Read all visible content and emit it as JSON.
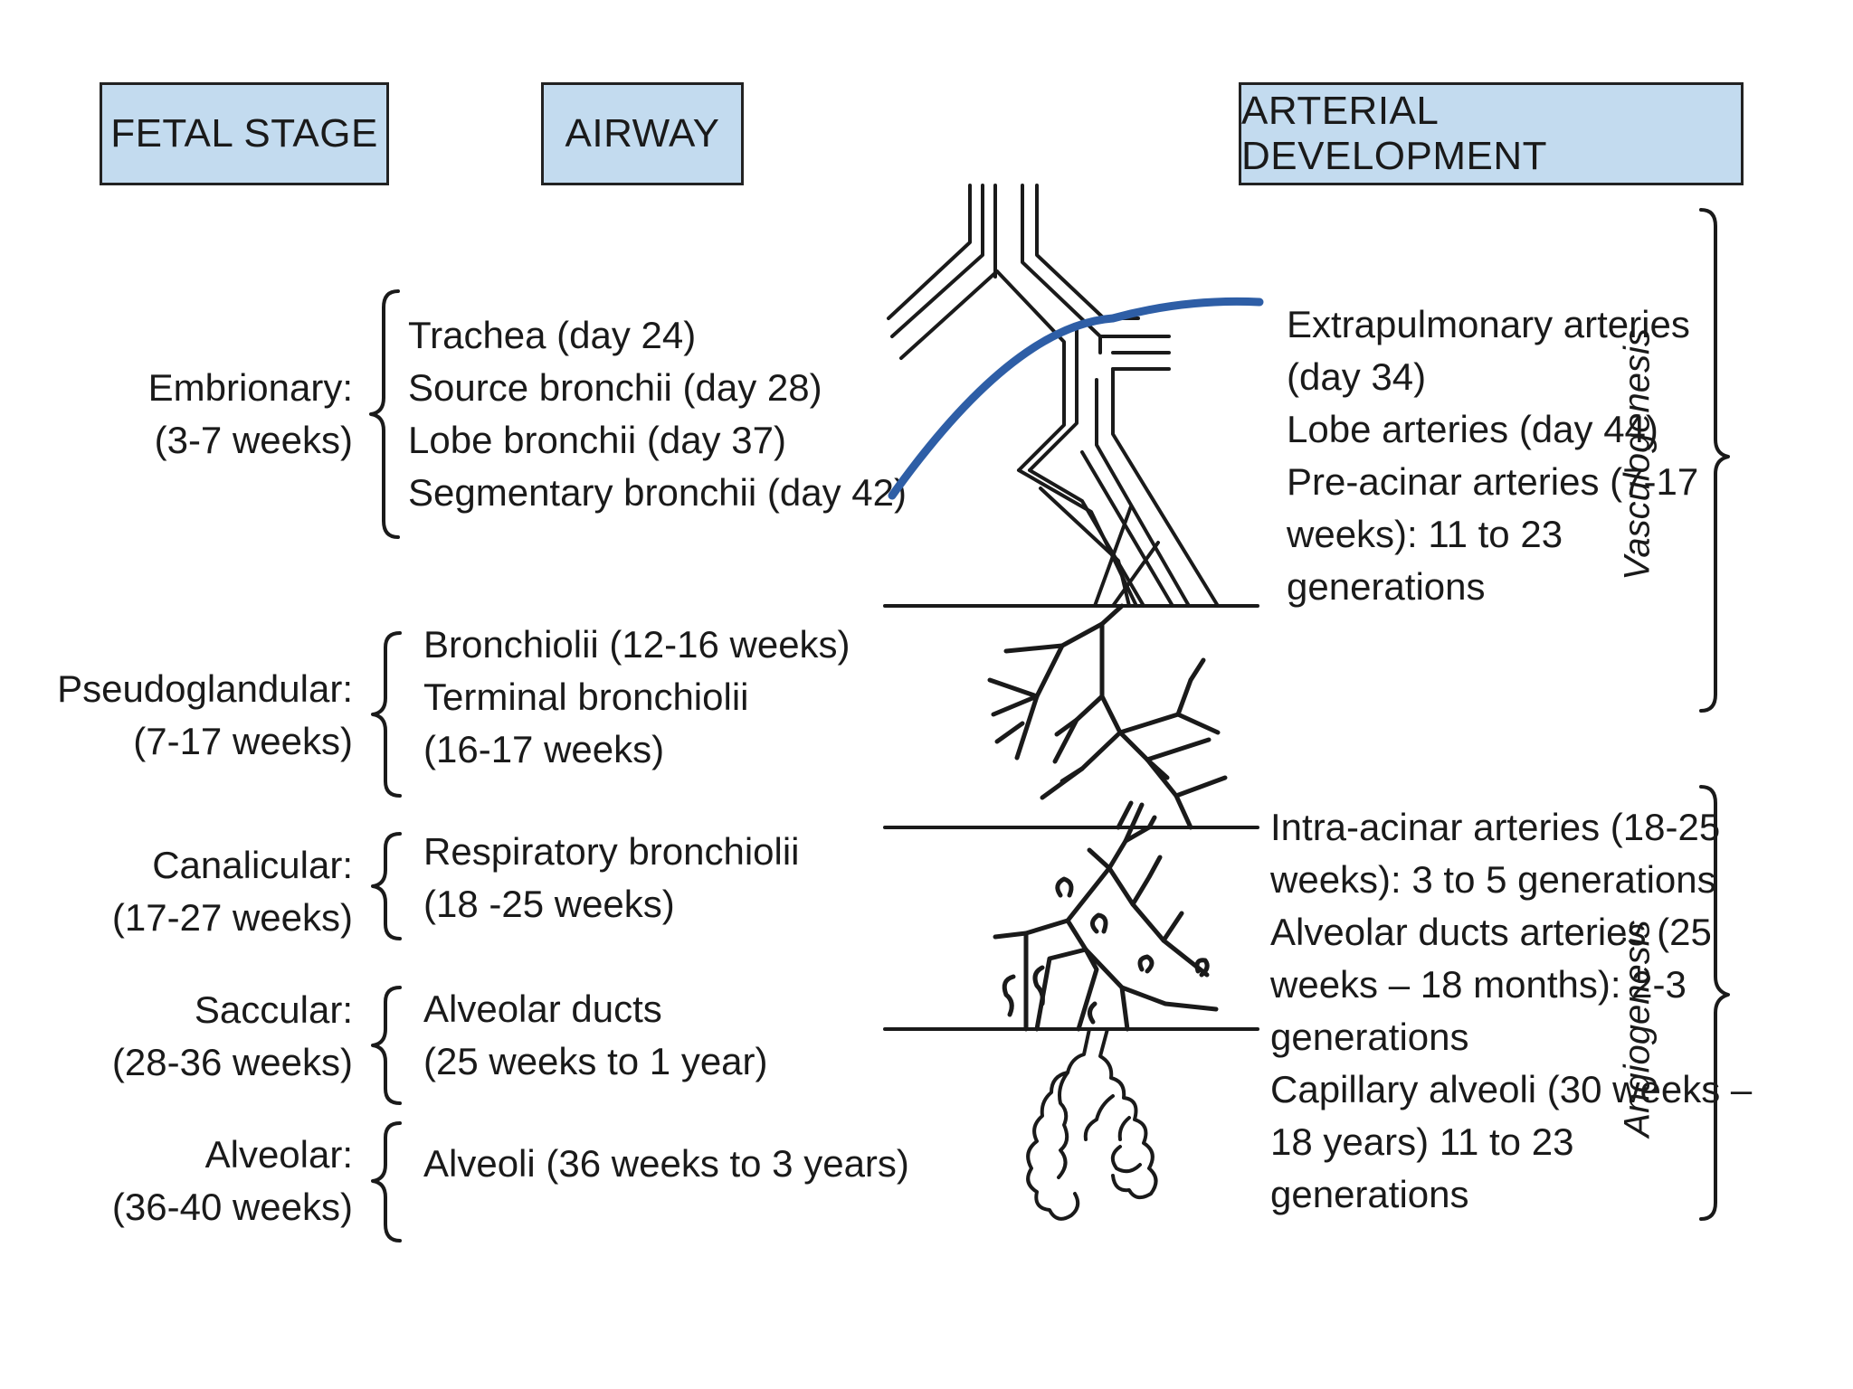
{
  "headers": {
    "fetal_stage": "FETAL STAGE",
    "airway": "AIRWAY",
    "arterial": "ARTERIAL DEVELOPMENT"
  },
  "colors": {
    "header_fill": "#c3dbef",
    "line": "#111111",
    "accent_blue": "#2e5ea6"
  },
  "stages": [
    {
      "name": "Embrionary:",
      "range": "(3-7 weeks)",
      "airway": [
        "Trachea (day 24)",
        "Source bronchii (day 28)",
        "Lobe bronchii (day 37)",
        "Segmentary bronchii (day 42)"
      ]
    },
    {
      "name": "Pseudoglandular:",
      "range": "(7-17 weeks)",
      "airway": [
        "Bronchiolii (12-16 weeks)",
        "Terminal bronchiolii",
        "(16-17 weeks)"
      ]
    },
    {
      "name": "Canalicular:",
      "range": "(17-27 weeks)",
      "airway": [
        "Respiratory bronchiolii",
        "(18 -25 weeks)"
      ]
    },
    {
      "name": "Saccular:",
      "range": "(28-36 weeks)",
      "airway": [
        "Alveolar ducts",
        "(25 weeks to 1 year)"
      ]
    },
    {
      "name": "Alveolar:",
      "range": "(36-40 weeks)",
      "airway": [
        "Alveoli (36 weeks to 3 years)"
      ]
    }
  ],
  "arterial": {
    "vasculogenesis": {
      "label": "Vasculogenesis",
      "lines": [
        "Extrapulmonary arteries",
        "(day 34)",
        "Lobe arteries (day 44)",
        "Pre-acinar arteries (7-17",
        "weeks): 11 to 23",
        "generations"
      ]
    },
    "angiogenesis": {
      "label": "Angiogenesis",
      "lines": [
        "Intra-acinar arteries (18-25",
        "weeks): 3 to 5 generations",
        "Alveolar ducts arteries (25",
        "weeks – 18 months): 2-3",
        "generations",
        "Capillary alveoli (30 weeks –",
        "18 years) 11 to 23",
        "generations"
      ]
    }
  }
}
